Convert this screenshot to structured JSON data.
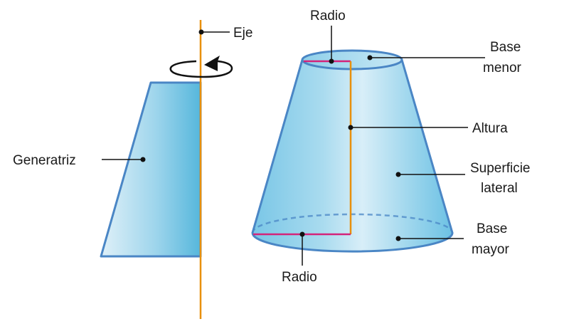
{
  "labels": {
    "eje": "Eje",
    "generatriz": "Generatriz",
    "radio_top": "Radio",
    "radio_bottom": "Radio",
    "base_menor_1": "Base",
    "base_menor_2": "menor",
    "altura": "Altura",
    "superficie_1": "Superficie",
    "superficie_2": "lateral",
    "base_mayor_1": "Base",
    "base_mayor_2": "mayor"
  },
  "colors": {
    "axis": "#e8900c",
    "outline": "#4a86c5",
    "fill_light": "#dff0f8",
    "fill_dark": "#5fbde0",
    "radius": "#d4237a",
    "leader": "#111111"
  },
  "icons": {
    "rotation": "rotation-arrow-icon"
  }
}
